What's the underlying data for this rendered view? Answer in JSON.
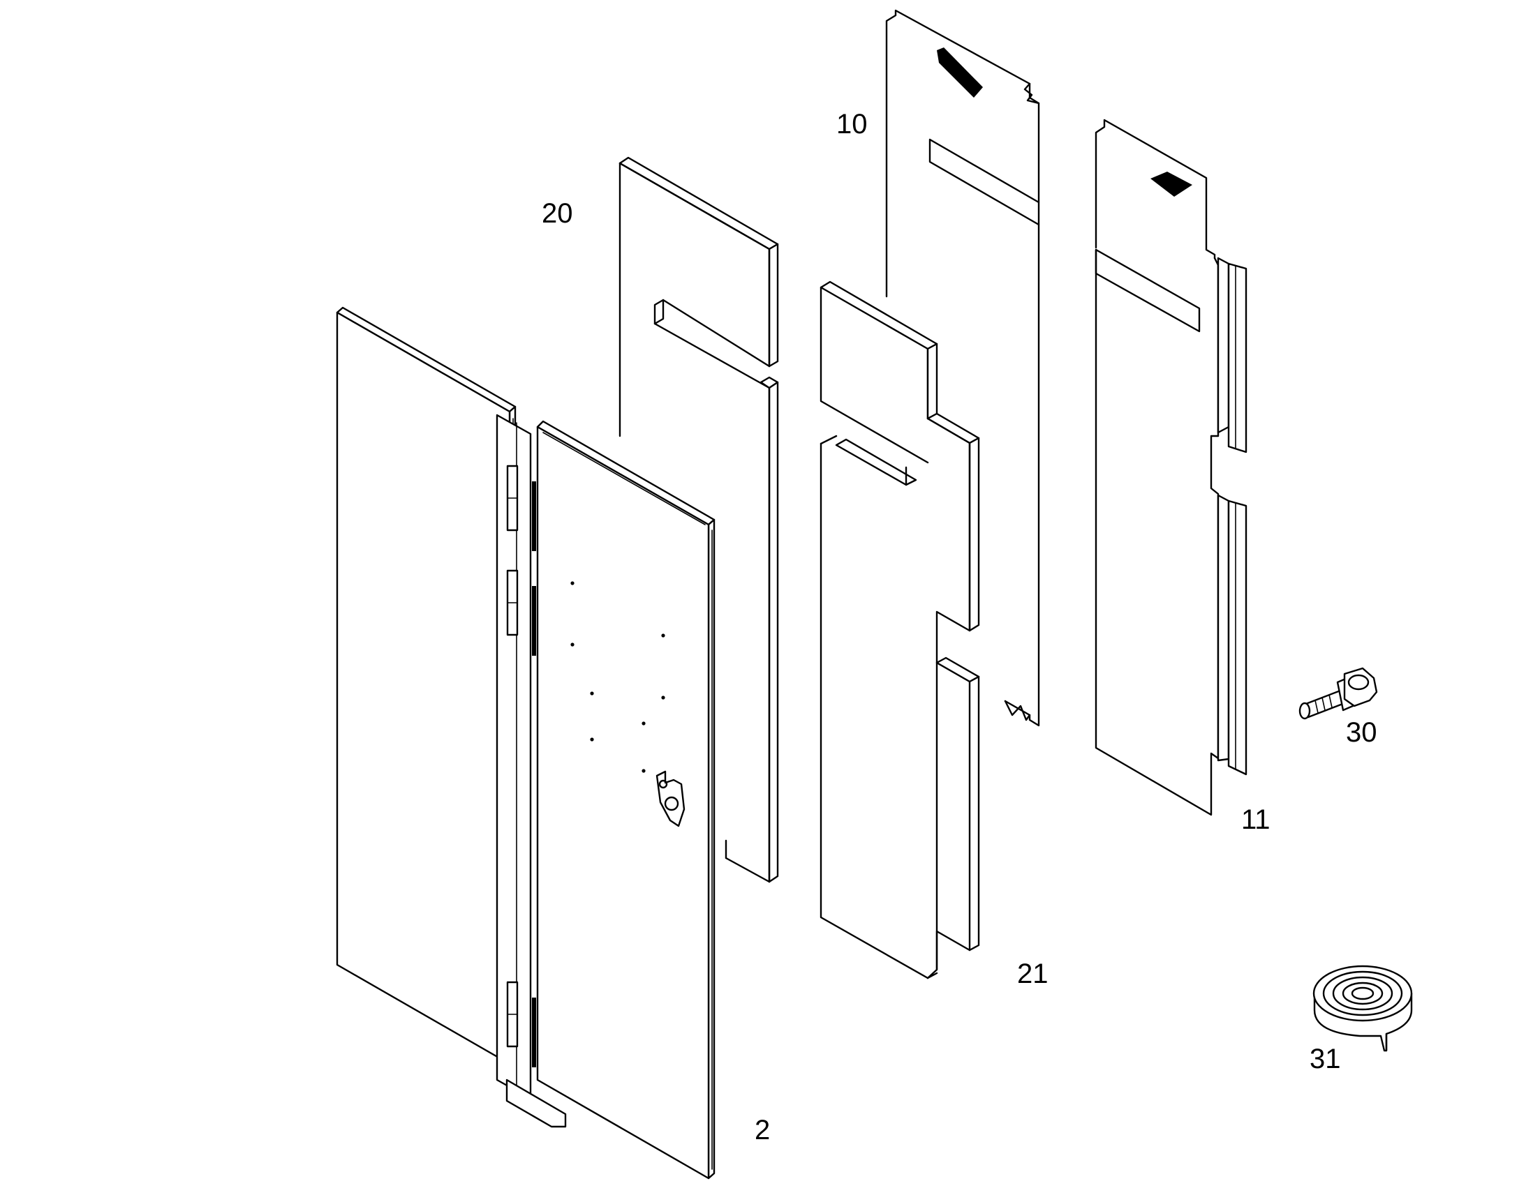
{
  "callouts": {
    "door": "2",
    "outer_panel": "10",
    "inner_panel": "11",
    "insulation_upper": "20",
    "insulation_lower": "21",
    "screw": "30",
    "sealing_tape": "31"
  },
  "colors": {
    "line": "#000000",
    "background": "#ffffff"
  }
}
